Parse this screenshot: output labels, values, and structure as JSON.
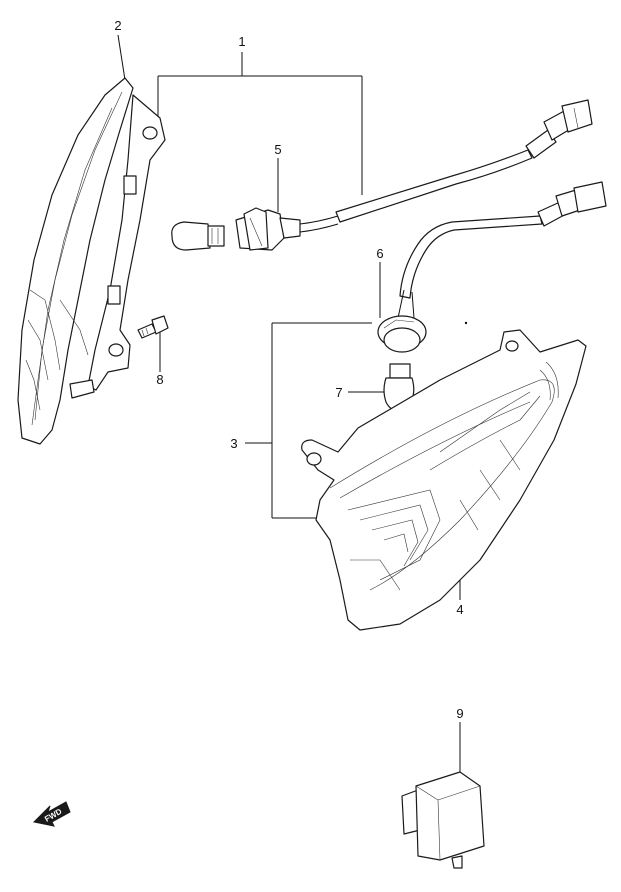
{
  "callouts": [
    {
      "id": "1",
      "label": "1"
    },
    {
      "id": "2",
      "label": "2"
    },
    {
      "id": "3",
      "label": "3"
    },
    {
      "id": "4",
      "label": "4"
    },
    {
      "id": "5",
      "label": "5"
    },
    {
      "id": "6",
      "label": "6"
    },
    {
      "id": "7",
      "label": "7"
    },
    {
      "id": "8",
      "label": "8"
    },
    {
      "id": "9",
      "label": "9"
    }
  ],
  "direction_arrow": {
    "text": "FWD",
    "icon": "forward-arrow-icon"
  },
  "colors": {
    "ink": "#1a1a1a",
    "background": "#ffffff"
  }
}
